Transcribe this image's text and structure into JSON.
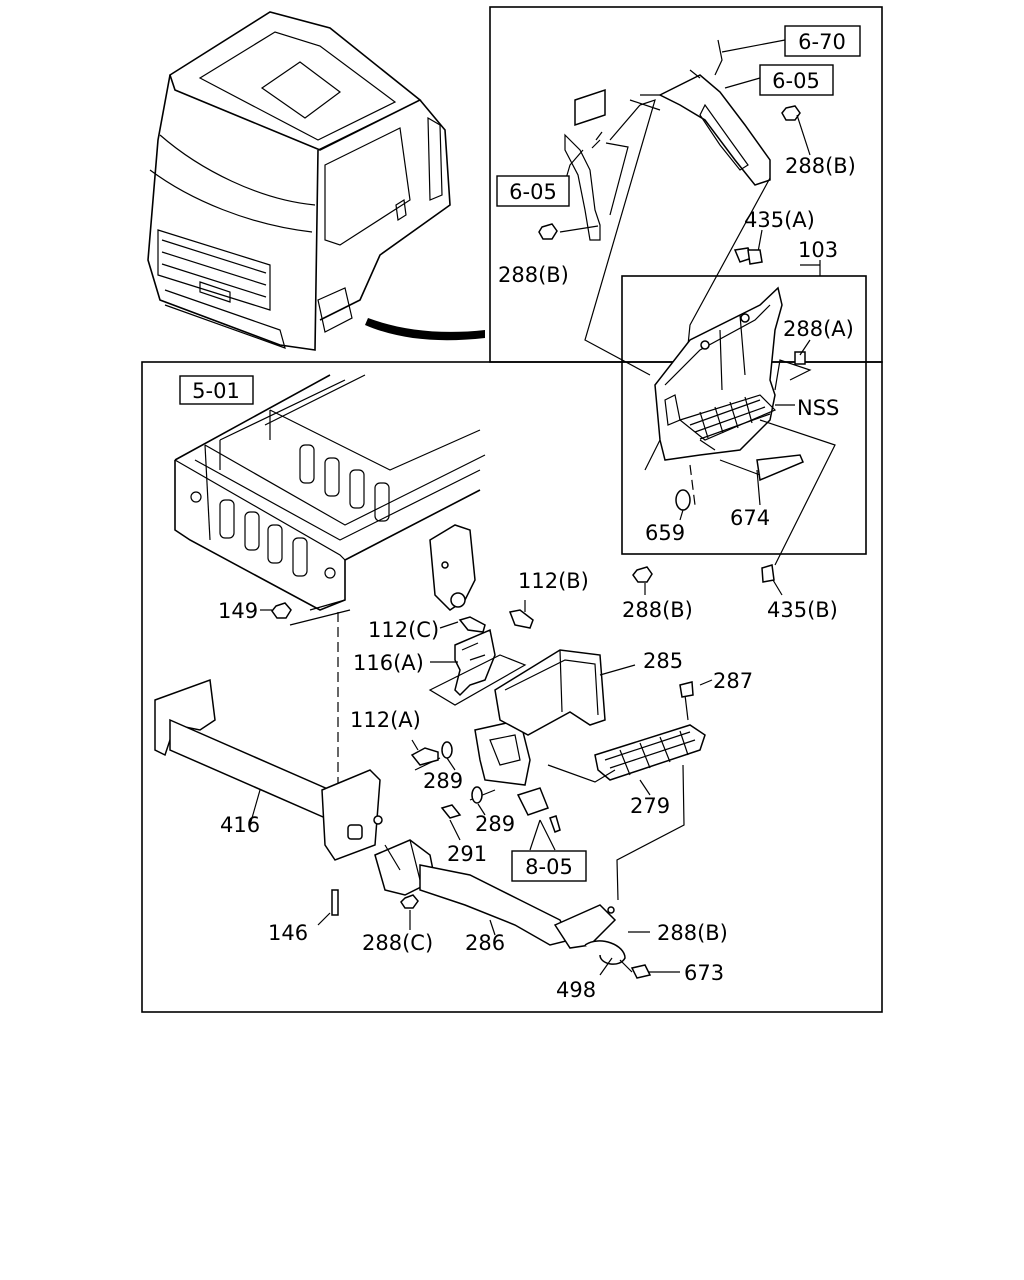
{
  "refs": {
    "r670": "6-70",
    "r605a": "6-05",
    "r605b": "6-05",
    "r501": "5-01",
    "r805": "8-05"
  },
  "callouts": {
    "c288b_top": "288(B)",
    "c435a": "435(A)",
    "c103": "103",
    "c288b_left": "288(B)",
    "c288a": "288(A)",
    "cnss": "NSS",
    "c674": "674",
    "c659": "659",
    "c288b_mid": "288(B)",
    "c435b": "435(B)",
    "c112b": "112(B)",
    "c149": "149",
    "c112c": "112(C)",
    "c285": "285",
    "c116a": "116(A)",
    "c287": "287",
    "c112a": "112(A)",
    "c289a": "289",
    "c279": "279",
    "c289b": "289",
    "c416": "416",
    "c291": "291",
    "c146": "146",
    "c288c": "288(C)",
    "c286": "286",
    "c288b_bot": "288(B)",
    "c673": "673",
    "c498": "498"
  }
}
